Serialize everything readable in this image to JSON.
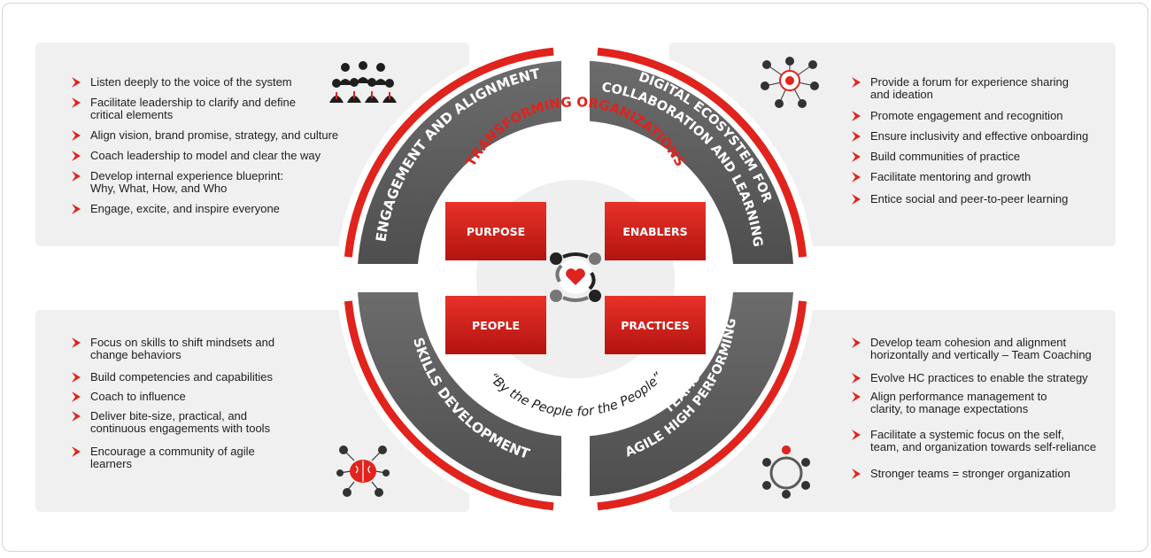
{
  "center": {
    "title": "TRANSFORMING ORGANIZATIONS",
    "tagline": "“By the People for the People”",
    "quadrants": [
      "PURPOSE",
      "ENABLERS",
      "PEOPLE",
      "PRACTICES"
    ]
  },
  "ring": {
    "top_left": "ENGAGEMENT AND ALIGNMENT",
    "top_right_line1": "DIGITAL ECOSYSTEM FOR",
    "top_right_line2": "COLLABORATION AND LEARNING",
    "bottom_left": "SKILLS DEVELOPMENT",
    "bottom_right_line1": "AGILE HIGH PERFORMING",
    "bottom_right_line2": "TEAMS"
  },
  "panels": {
    "top_left": {
      "icon": "people-group-icon",
      "items": [
        "Listen deeply to the voice of the system",
        "Facilitate leadership to clarify and define\ncritical elements",
        "Align vision, brand promise, strategy, and culture",
        "Coach leadership to model and clear the way",
        "Develop internal experience blueprint:\nWhy, What, How, and Who",
        "Engage, excite, and inspire everyone"
      ]
    },
    "top_right": {
      "icon": "network-brain-icon",
      "items": [
        "Provide a forum for experience sharing\nand ideation",
        "Promote engagement and recognition",
        "Ensure inclusivity and effective onboarding",
        "Build communities of practice",
        "Facilitate mentoring and growth",
        "Entice social and peer-to-peer learning"
      ]
    },
    "bottom_left": {
      "icon": "brain-circuit-icon",
      "items": [
        "Focus on skills to shift mindsets and\nchange behaviors",
        "Build competencies and capabilities",
        "Coach to influence",
        "Deliver bite-size, practical, and\ncontinuous engagements with tools",
        "Encourage a community of agile\nlearners"
      ]
    },
    "bottom_right": {
      "icon": "team-circle-icon",
      "items": [
        "Develop team cohesion and alignment\nhorizontally and vertically – Team Coaching",
        "Evolve HC practices to enable the strategy",
        "Align performance management to\nclarity, to manage expectations",
        "Facilitate a systemic focus on the self,\nteam, and organization towards self-reliance",
        "Stronger teams = stronger organization"
      ]
    }
  },
  "colors": {
    "accent_red": "#e0231c",
    "dark_gray": "#5a5a5b",
    "panel_bg": "#f0f0f0",
    "text": "#1e1e1e"
  }
}
